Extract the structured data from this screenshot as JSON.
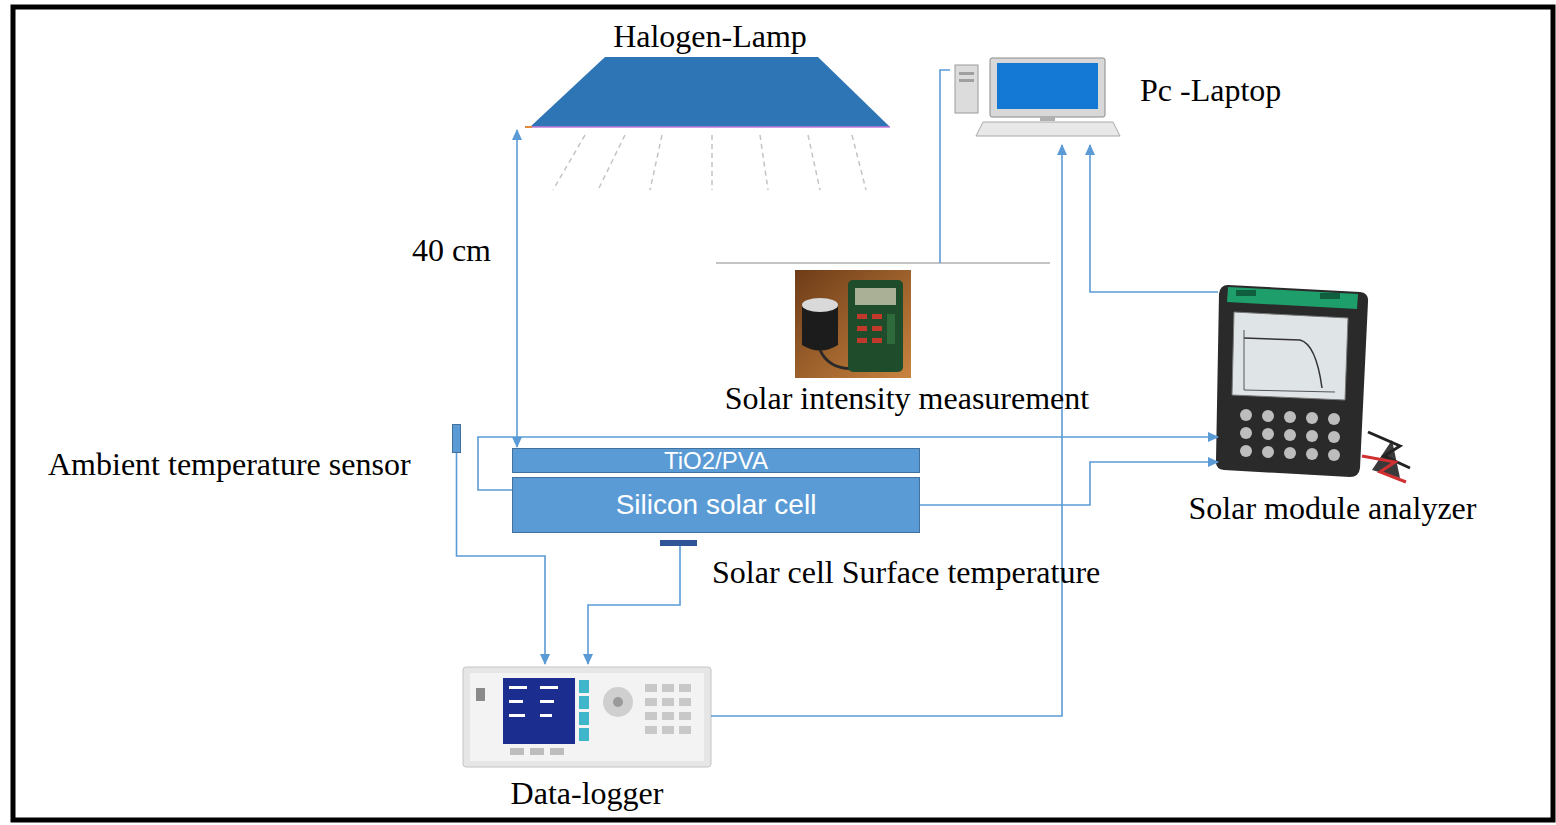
{
  "diagram": {
    "nodes": [
      {
        "text": [
          "Halogen-Lamp"
        ]
      },
      {
        "text": [
          "Pc -Laptop"
        ]
      },
      {
        "text": [
          "Solar intensity measurement"
        ]
      },
      {
        "text": [
          "Ambient temperature sensor"
        ]
      },
      {
        "text": [
          "TiO2/PVA"
        ]
      },
      {
        "text": [
          "Silicon solar cell"
        ]
      },
      {
        "text": [
          "Solar cell Surface temperature"
        ]
      },
      {
        "text": [
          "Solar module analyzer"
        ]
      },
      {
        "text": [
          "Data-logger"
        ]
      }
    ],
    "edges": [
      {
        "from": 0,
        "to": 4,
        "arrow": "both",
        "label": "40 cm"
      },
      {
        "from": 2,
        "to": 1,
        "arrow": "none"
      },
      {
        "from": 3,
        "to": 8,
        "arrow": "to"
      },
      {
        "from": 6,
        "to": 8,
        "arrow": "to"
      },
      {
        "from": 5,
        "to": 7,
        "arrow": "to"
      },
      {
        "from": 5,
        "to": 7,
        "arrow": "to"
      },
      {
        "from": 8,
        "to": 1,
        "arrow": "to"
      },
      {
        "from": 7,
        "to": 1,
        "arrow": "to"
      }
    ]
  }
}
